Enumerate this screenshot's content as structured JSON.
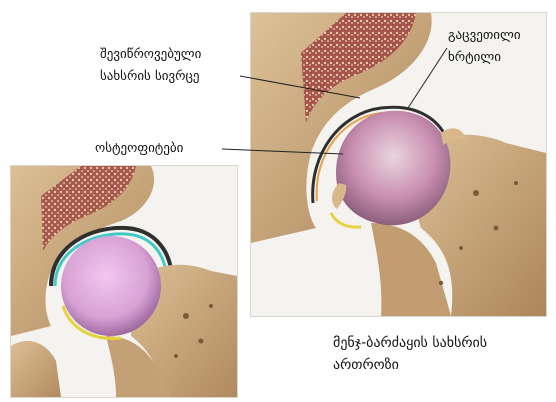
{
  "labels": {
    "narrowed_joint_space": [
      "შევიწროვებული",
      "სახსრის სივრცე"
    ],
    "worn_cartilage": [
      "გაცვეთილი",
      "ხრტილი"
    ],
    "osteophytes": "ოსტეოფიტები"
  },
  "caption": [
    "მენჯ-ბარძაყის სახსრის",
    "ართროზი"
  ],
  "colors": {
    "bone": "#c9a77c",
    "bone_dark": "#9c7b52",
    "marrow": "#a4544a",
    "healthy_cartilage": "#d7a1d4",
    "worn_cartilage": "#c98fb0",
    "joint_fluid": "#43c8c8",
    "background": "#f4f3ef"
  },
  "icons": [
    "healthy-hip-joint-illustration",
    "arthritic-hip-joint-illustration"
  ]
}
